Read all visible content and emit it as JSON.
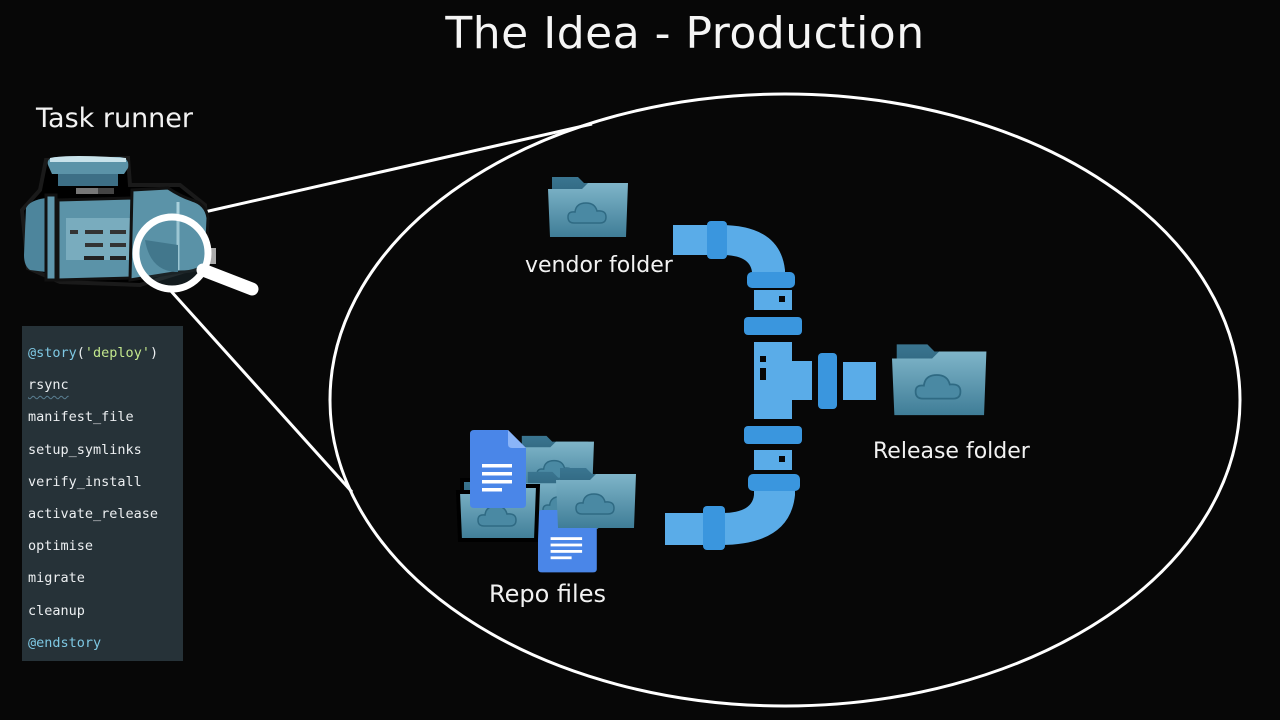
{
  "slide": {
    "title": "The Idea - Production"
  },
  "task_runner": {
    "label": "Task runner",
    "icon": "machine-with-magnifier-icon"
  },
  "code": {
    "lines": [
      {
        "prefix": "@story",
        "arg": "'deploy'",
        "type": "directive"
      },
      {
        "text": "rsync",
        "type": "task",
        "squiggle": true
      },
      {
        "text": "manifest_file",
        "type": "task"
      },
      {
        "text": "setup_symlinks",
        "type": "task"
      },
      {
        "text": "verify_install",
        "type": "task"
      },
      {
        "text": "activate_release",
        "type": "task"
      },
      {
        "text": "optimise",
        "type": "task"
      },
      {
        "text": "migrate",
        "type": "task"
      },
      {
        "text": "cleanup",
        "type": "task"
      },
      {
        "text": "@endstory",
        "type": "directive"
      }
    ],
    "colors": {
      "background": "#263238",
      "keyword": "#7ec8e3",
      "string": "#c3e88d",
      "text": "#eceff1"
    }
  },
  "zoom_view": {
    "vendor": {
      "label": "vendor folder",
      "icon": "cloud-folder-icon"
    },
    "repo": {
      "label": "Repo files",
      "icon": "files-and-folders-icon"
    },
    "release": {
      "label": "Release folder",
      "icon": "cloud-folder-icon"
    },
    "pipe": {
      "icon": "pipe-junction-icon"
    }
  },
  "colors": {
    "background": "#070707",
    "pipe_light": "#5aace8",
    "pipe_dark": "#3a96de",
    "folder": "#4f8ea8",
    "doc_blue": "#4a86e8"
  }
}
